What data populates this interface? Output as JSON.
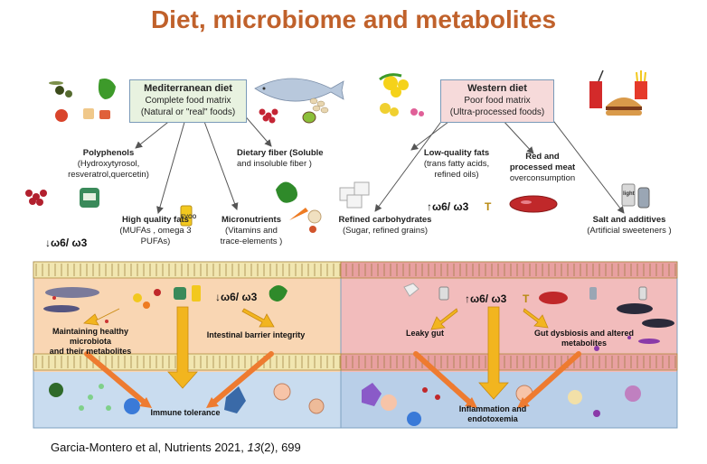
{
  "title": "Diet, microbiome and metabolites",
  "mediterranean": {
    "title": "Mediterranean diet",
    "line1": "Complete food matrix",
    "line2": "(Natural or \"real\" foods)"
  },
  "western": {
    "title": "Western diet",
    "line1": "Poor food matrix",
    "line2": "(Ultra-processed foods)"
  },
  "polyphenols": {
    "title": "Polyphenols",
    "line1": "(Hydroxytyrosol,",
    "line2": "resveratrol,quercetin)"
  },
  "hq_fats": {
    "title": "High quality fats",
    "line1": "(MUFAs , omega 3",
    "line2": "PUFAs)"
  },
  "micronutrients": {
    "title": "Micronutrients",
    "line1": "(Vitamins and",
    "line2": "trace-elements )"
  },
  "fiber": {
    "line1": "Dietary fiber (Soluble",
    "line2": "and insoluble fiber )"
  },
  "lq_fats": {
    "title": "Low-quality fats",
    "line1": "(trans fatty acids,",
    "line2": "refined oils)"
  },
  "red_meat": {
    "title1": "Red and",
    "title2": "processed meat",
    "line1": "overconsumption"
  },
  "refined_carbs": {
    "title": "Refined carbohydrates",
    "line1": "(Sugar, refined grains)"
  },
  "salt": {
    "title": "Salt and additives",
    "line1": "(Artificial sweeteners )"
  },
  "ratio_left": "↓ω6/ ω3",
  "ratio_mid": "↑ω6/ ω3",
  "ratio_gut_left": "↓ω6/ ω3",
  "ratio_gut_right": "↑ω6/ ω3",
  "t_mark": "T",
  "evoo": "EVOO",
  "light": "light",
  "gut": {
    "maintaining1": "Maintaining healthy microbiota",
    "maintaining2": "and their metabolites",
    "barrier": "Intestinal barrier integrity",
    "immune": "Immune tolerance",
    "leaky": "Leaky gut",
    "dysbiosis1": "Gut dysbiosis and altered",
    "dysbiosis2": "metabolites",
    "inflammation1": "Inflammation and",
    "inflammation2": "endotoxemia"
  },
  "citation": {
    "authors": "Garcia-Montero et al, Nutrients 2021, ",
    "volume": "13",
    "rest": "(2), 699"
  },
  "colors": {
    "title": "#c0612b",
    "med_box": "#e8f2e0",
    "west_box": "#f6dada",
    "left_panel": "#f9d6b3",
    "right_panel": "#f2bcbc",
    "blood": "#c9dcef",
    "arrow_orange": "#ee7b30",
    "arrow_yellow": "#f2b51f"
  }
}
